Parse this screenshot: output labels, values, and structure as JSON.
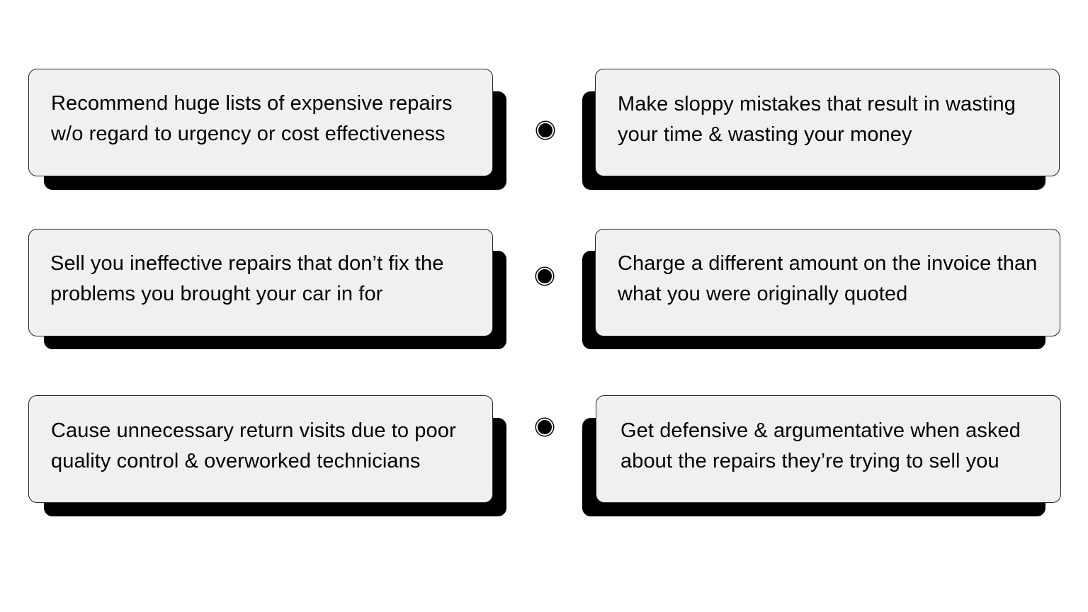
{
  "colors": {
    "card_fill": "#f0f0f0",
    "card_border": "#222222",
    "shadow": "#000000",
    "background": "#ffffff",
    "dot": "#000000"
  },
  "rows": [
    {
      "left": {
        "text": "Recommend huge lists of expensive repairs w/o regard to urgency or cost effectiveness"
      },
      "right": {
        "text": "Make sloppy mistakes that result in wasting your time & wasting your money"
      }
    },
    {
      "left": {
        "text": "Sell you ineffective repairs that don’t fix the problems you brought your car in for"
      },
      "right": {
        "text": "Charge a different amount on the invoice than what you were originally quoted"
      }
    },
    {
      "left": {
        "text": "Cause unnecessary return visits due to poor quality control & overworked technicians"
      },
      "right": {
        "text": "Get defensive & argumentative when asked about the repairs they’re trying to sell you"
      }
    }
  ]
}
